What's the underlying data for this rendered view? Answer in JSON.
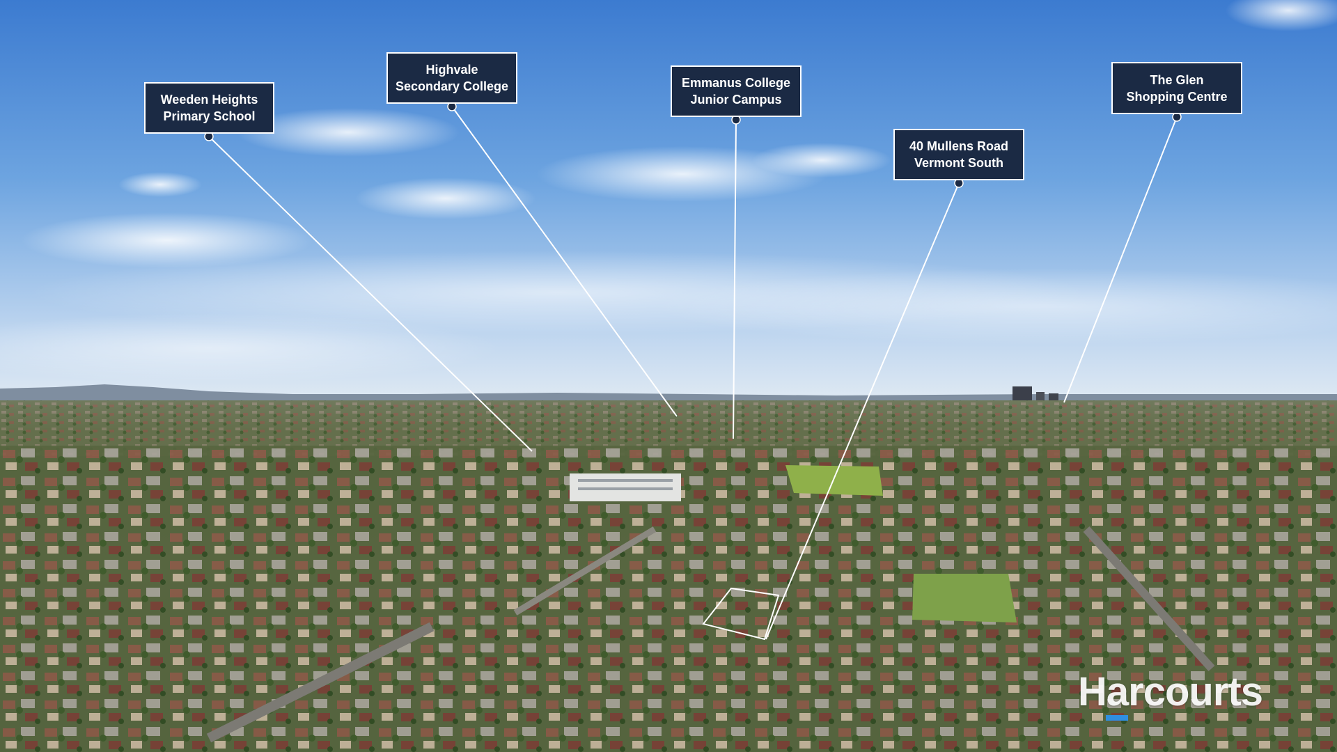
{
  "photo": {
    "description_icon": "aerial-suburb-photo",
    "colors": {
      "sky_top": "#3f7fd2",
      "sky_horizon": "#cfe0f2",
      "land": "#5e6e4a",
      "callout_bg": "#1b2a44",
      "leader_line": "#ffffff"
    }
  },
  "callouts": [
    {
      "id": "weeden",
      "line1": "Weeden Heights",
      "line2": "Primary School"
    },
    {
      "id": "highvale",
      "line1": "Highvale",
      "line2": "Secondary College"
    },
    {
      "id": "emmanus",
      "line1": "Emmanus College",
      "line2": "Junior Campus"
    },
    {
      "id": "mullens",
      "line1": "40 Mullens Road",
      "line2": "Vermont South"
    },
    {
      "id": "glen",
      "line1": "The Glen",
      "line2": "Shopping Centre"
    }
  ],
  "watermark": {
    "text": "Harcourts"
  }
}
